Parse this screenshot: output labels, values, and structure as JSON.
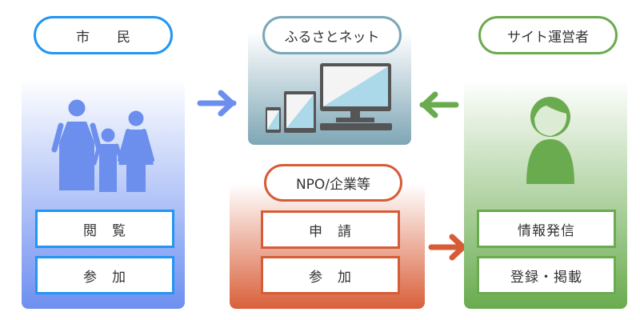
{
  "citizen": {
    "title": "市　　民",
    "items": [
      "閲　覧",
      "参　加"
    ],
    "color": "#2196f3"
  },
  "site": {
    "title": "ふるさとネット",
    "color": "#7aa7b8"
  },
  "npo": {
    "title": "NPO/企業等",
    "items": [
      "申　請",
      "参　加"
    ],
    "color": "#d65c38"
  },
  "operator": {
    "title": "サイト運営者",
    "items": [
      "情報発信",
      "登録・掲載"
    ],
    "color": "#6aab4f"
  }
}
